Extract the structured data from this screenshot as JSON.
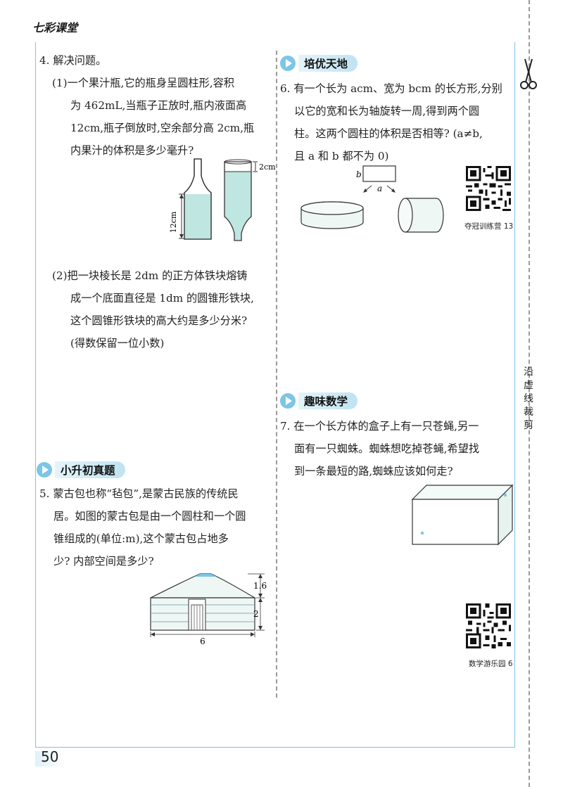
{
  "header": {
    "brand": "七彩课堂"
  },
  "page_number": "50",
  "cut_instruction": [
    "沿",
    "虚",
    "线",
    "裁",
    "剪"
  ],
  "left": {
    "q4": {
      "title": "4. 解决问题。",
      "p1_lines": [
        "(1)一个果汁瓶,它的瓶身呈圆柱形,容积",
        "为 462mL,当瓶子正放时,瓶内液面高",
        "12cm,瓶子倒放时,空余部分高 2cm,瓶",
        "内果汁的体积是多少毫升?"
      ],
      "fig_label_12": "12cm",
      "fig_label_2": "2cm",
      "p2_lines": [
        "(2)把一块棱长是 2dm 的正方体铁块熔铸",
        "成一个底面直径是 1dm 的圆锥形铁块,",
        "这个圆锥形铁块的高大约是多少分米?",
        "(得数保留一位小数)"
      ]
    },
    "section_xsc": "小升初真题",
    "q5": {
      "lines": [
        "5. 蒙古包也称“毡包”,是蒙古民族的传统民",
        "居。如图的蒙古包是由一个圆柱和一个圆",
        "锥组成的(单位:m),这个蒙古包占地多",
        "少? 内部空间是多少?"
      ],
      "dim_top": "1.6",
      "dim_side": "2",
      "dim_width": "6"
    }
  },
  "right": {
    "section_py": "培优天地",
    "q6": {
      "lines": [
        "6. 有一个长为 acm、宽为 bcm 的长方形,分别",
        "以它的宽和长为轴旋转一周,得到两个圆",
        "柱。这两个圆柱的体积是否相等? (a≠b,",
        "且 a 和 b 都不为 0)"
      ],
      "label_a": "a",
      "label_b": "b",
      "qr_caption": "夺冠训练营 13"
    },
    "section_qw": "趣味数学",
    "q7": {
      "lines": [
        "7. 在一个长方体的盒子上有一只苍蝇,另一",
        "面有一只蜘蛛。蜘蛛想吃掉苍蝇,希望找",
        "到一条最短的路,蜘蛛应该如何走?"
      ],
      "qr_caption": "数学游乐园 6"
    }
  },
  "colors": {
    "accent": "#7cc6e6",
    "liquid": "#bfe6e0",
    "frame": "#7fc3e0"
  }
}
